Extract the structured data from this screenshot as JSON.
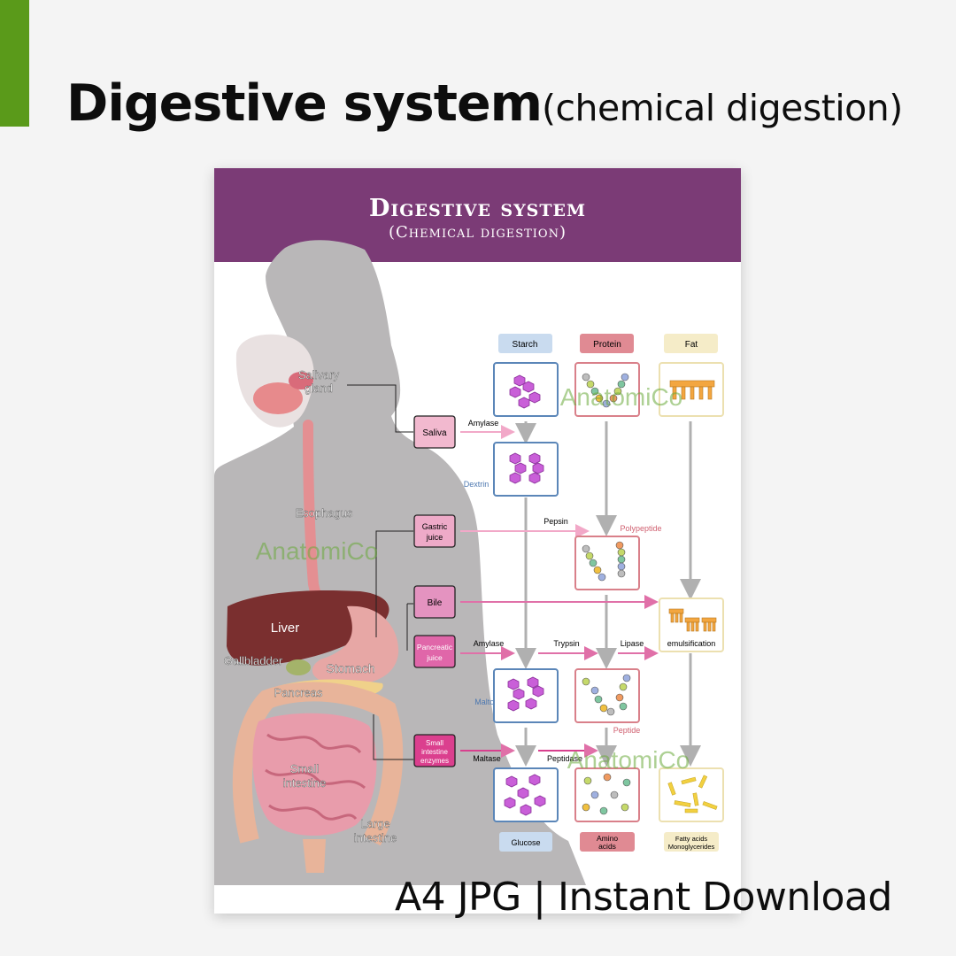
{
  "header": {
    "title_bold": "Digestive system",
    "title_light": "(chemical digestion)"
  },
  "poster": {
    "title": "Digestive system",
    "subtitle": "(Chemical digestion)",
    "watermark": "AnatomiCo",
    "organs": {
      "salivary_gland": [
        "Salivary",
        "gland"
      ],
      "esophagus": "Esophagus",
      "liver": "Liver",
      "gallbladder": "Gallbladder",
      "stomach": "Stomach",
      "pancreas": "Pancreas",
      "small_intestine": [
        "Small",
        "intestine"
      ],
      "large_intestine": [
        "Large",
        "intestine"
      ]
    },
    "secretions": {
      "saliva": "Saliva",
      "gastric_juice": [
        "Gastric",
        "juice"
      ],
      "bile": "Bile",
      "pancreatic_juice": [
        "Pancreatic",
        "juice"
      ],
      "small_intestine_enzymes": [
        "Small",
        "intestine",
        "enzymes"
      ]
    },
    "columns": {
      "starch": "Starch",
      "protein": "Protein",
      "fat": "Fat"
    },
    "intermediates": {
      "dextrin": "Dextrin",
      "polypeptide": "Polypeptide",
      "emulsification": "emulsification",
      "maltose": "Maltose",
      "peptide": "Peptide"
    },
    "enzymes": {
      "amylase_saliva": "Amylase",
      "pepsin": "Pepsin",
      "amylase_pancreas": "Amylase",
      "trypsin": "Trypsin",
      "lipase": "Lipase",
      "maltase": "Maltase",
      "peptidase": "Peptidase"
    },
    "products": {
      "glucose": "Glucose",
      "amino_acids": [
        "Amino",
        "acids"
      ],
      "fatty_acids": [
        "Fatty acids",
        "Monoglycerides"
      ]
    },
    "colors": {
      "header": "#7b3b76",
      "starch_tag": "#c9dbef",
      "protein_tag": "#e08a93",
      "fat_tag": "#f5ecc8",
      "starch_box": "#5b86b8",
      "protein_box": "#d9808a",
      "fat_box": "#ece0b0",
      "molecule_purple": "#c95fd8",
      "body_silhouette": "#b9b7b8"
    }
  },
  "footer": {
    "text": "A4 JPG | Instant Download"
  }
}
